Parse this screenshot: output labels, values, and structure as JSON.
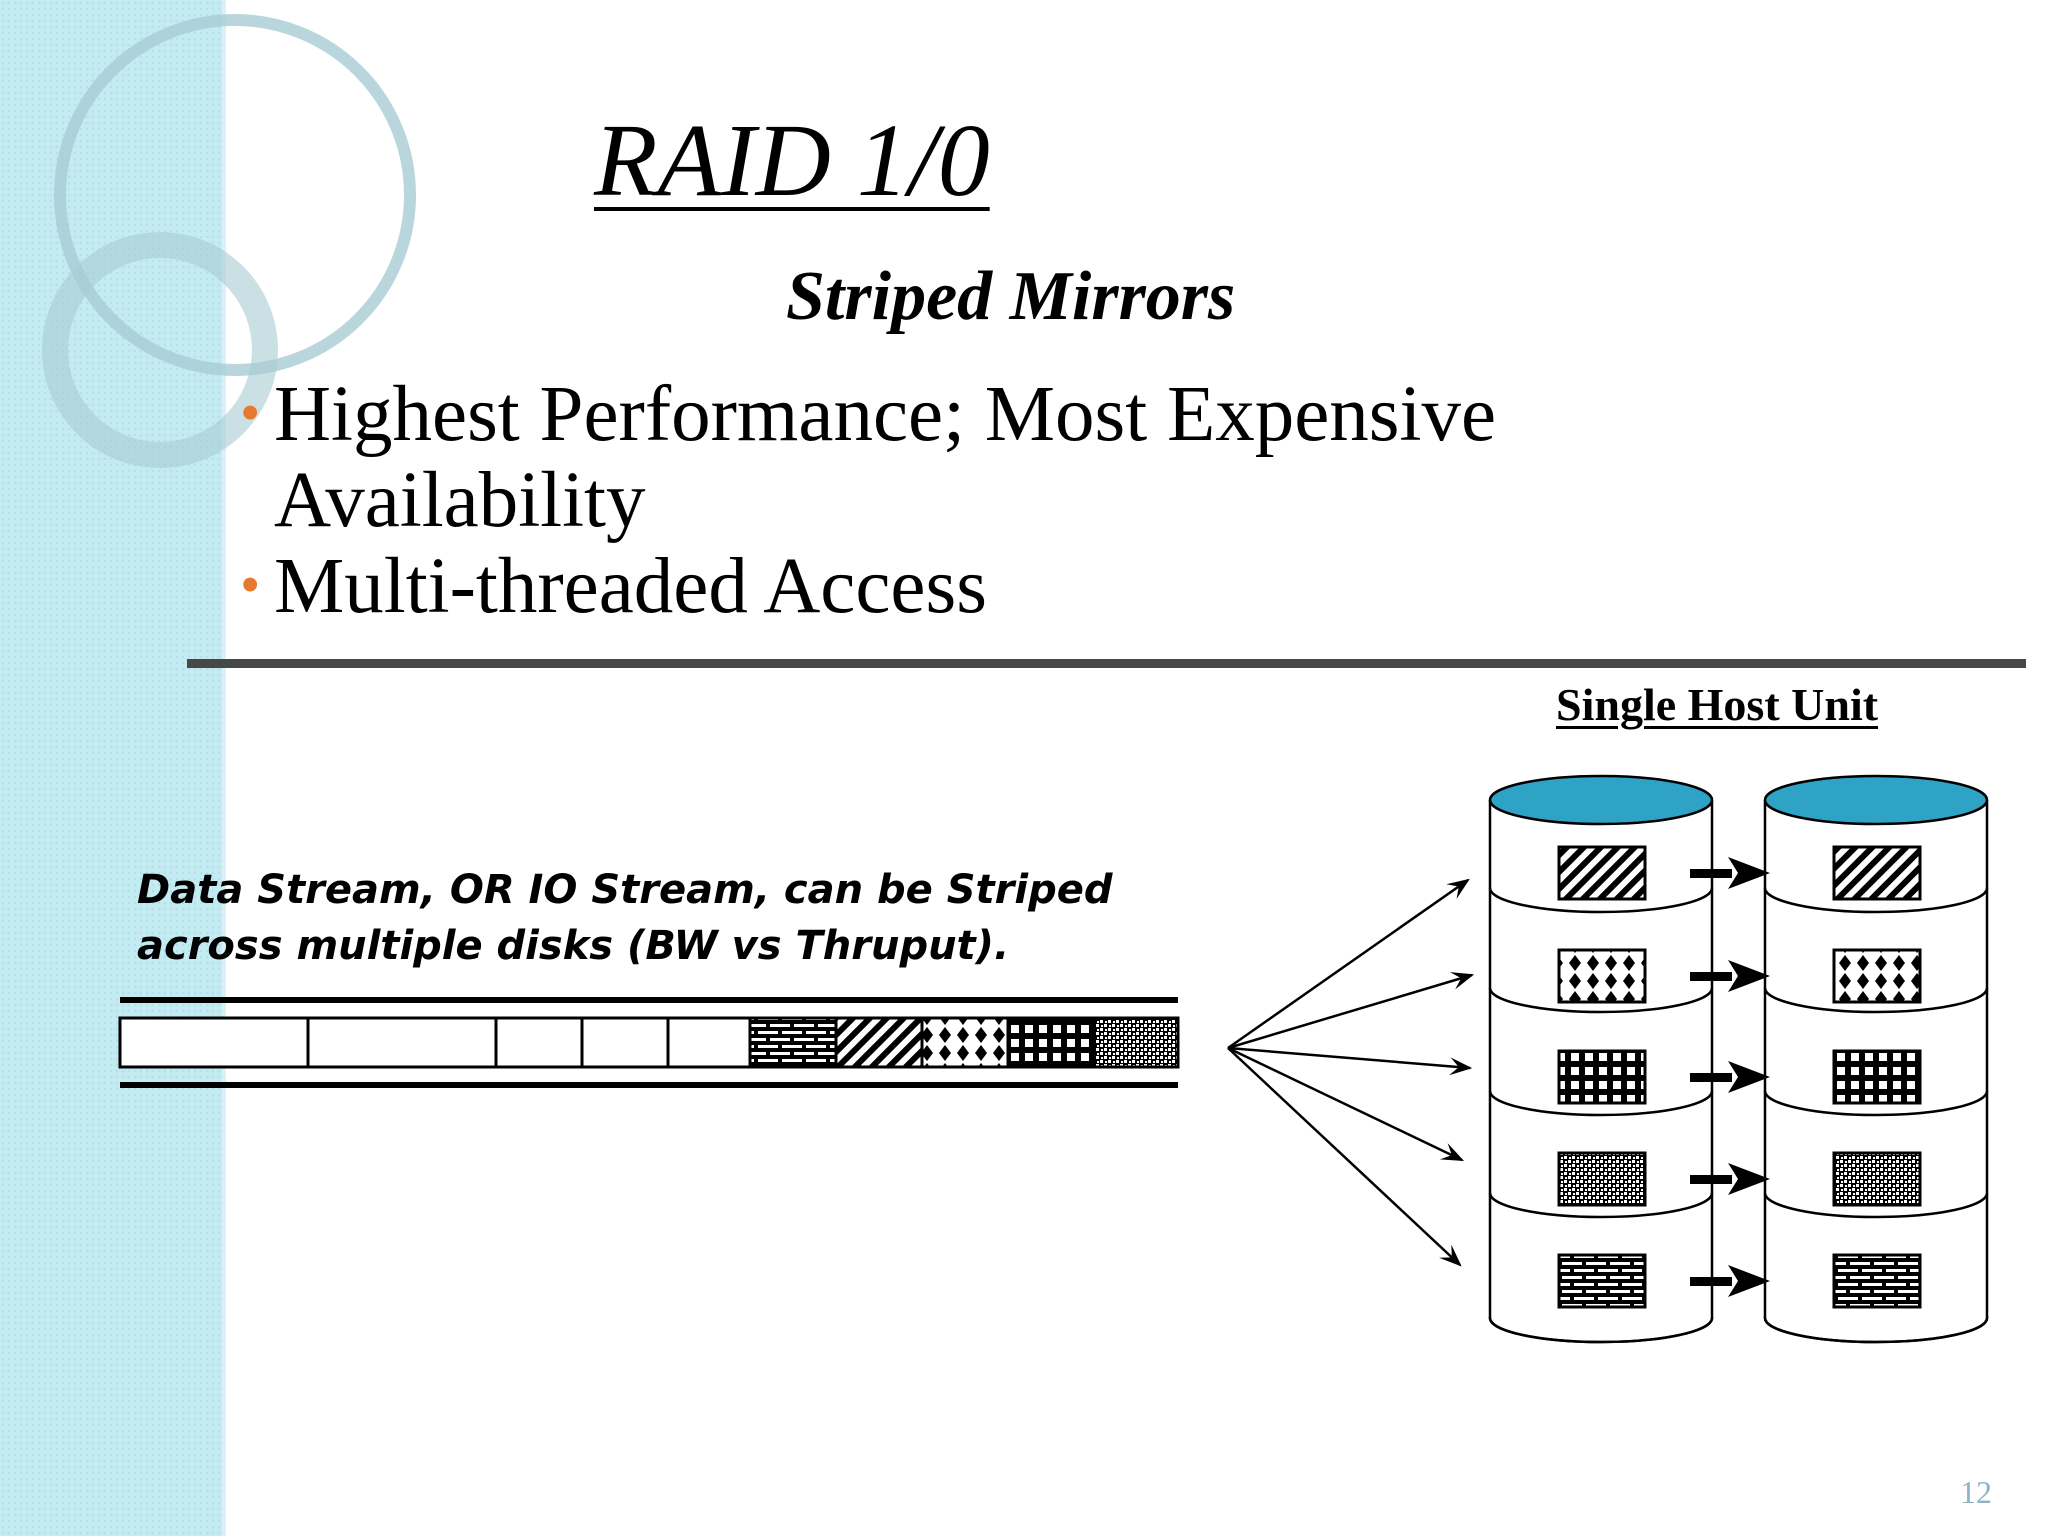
{
  "slide": {
    "title": "RAID 1/0",
    "subtitle": "Striped Mirrors",
    "bullets": [
      {
        "lines": [
          "Highest Performance; Most Expensive",
          "Availability"
        ]
      },
      {
        "lines": [
          "Multi-threaded Access"
        ]
      }
    ],
    "page_number": "12"
  },
  "diagram": {
    "host_label": "Single Host Unit",
    "stream_note": [
      "Data Stream, OR IO Stream, can be Striped",
      "across multiple disks (BW vs Thruput)."
    ],
    "stream_segments": [
      "empty",
      "empty",
      "empty",
      "empty",
      "empty",
      "brick",
      "diagonal",
      "diamond",
      "grid",
      "dots"
    ],
    "disk_blocks": [
      "diagonal",
      "diamond",
      "grid",
      "dots",
      "brick"
    ],
    "disk_count": 2
  },
  "colors": {
    "sidebar": "#c4ebf2",
    "bullet": "#e8782f",
    "divider": "#474747",
    "disk_top": "#2ea3c5",
    "page_number": "#8fb3c6"
  }
}
